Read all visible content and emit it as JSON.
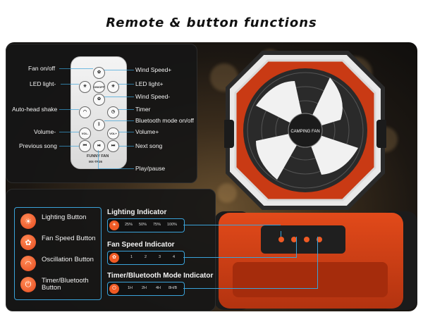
{
  "title": "Remote & button functions",
  "remote": {
    "brand": "FUNNY FAN",
    "model": "MX-TP26",
    "labels_left": [
      "Fan on/off",
      "LED light-",
      "Auto-head shake",
      "Volume-",
      "Previous song"
    ],
    "labels_right": [
      "Wind Speed+",
      "LED light+",
      "Wind Speed-",
      "Timer",
      "Bluetooth mode on/off",
      "Volume+",
      "Next song",
      "Play/pause"
    ],
    "buttons": {
      "onoff": "ON/OFF",
      "vol_minus": "VOL-",
      "vol_plus": "VOL+"
    }
  },
  "functions": [
    {
      "label": "Lighting Button",
      "icon": "sun-icon"
    },
    {
      "label": "Fan Speed Button",
      "icon": "fan-icon"
    },
    {
      "label": "Oscillation Button",
      "icon": "oscillation-icon"
    },
    {
      "label": "Timer/Bluetooth Button",
      "icon": "power-icon"
    }
  ],
  "indicators": {
    "lighting": {
      "title": "Lighting Indicator",
      "levels": [
        "25%",
        "50%",
        "75%",
        "100%"
      ]
    },
    "fan_speed": {
      "title": "Fan Speed Indicator",
      "levels": [
        "1",
        "2",
        "3",
        "4"
      ]
    },
    "timer": {
      "title": "Timer/Bluetooth Mode Indicator",
      "levels": [
        "1H",
        "2H",
        "4H",
        "8H/B"
      ]
    }
  },
  "device_label": "CAMPING FAN",
  "colors": {
    "accent": "#3aa2d9",
    "brand": "#e64a1e"
  }
}
